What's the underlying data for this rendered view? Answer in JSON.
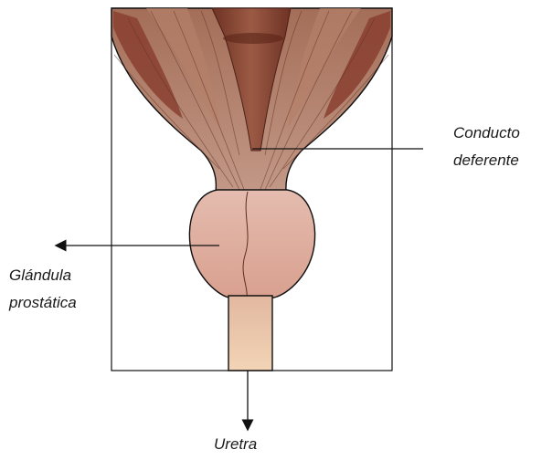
{
  "labels": {
    "vas_deferens": {
      "line1": "Conducto",
      "line2": "deferente"
    },
    "prostate": {
      "line1": "Glándula",
      "line2": "prostática"
    },
    "urethra": "Uretra"
  },
  "colors": {
    "outline": "#111111",
    "muscle_dark": "#7a3a2a",
    "muscle_mid": "#a0705a",
    "muscle_light": "#c9a088",
    "tube_inner": "#8a4a38",
    "prostate_top": "#e2b2a4",
    "prostate_bottom": "#dca08c",
    "urethra_top": "#e6c0a6",
    "urethra_bottom": "#f0d2b4"
  }
}
